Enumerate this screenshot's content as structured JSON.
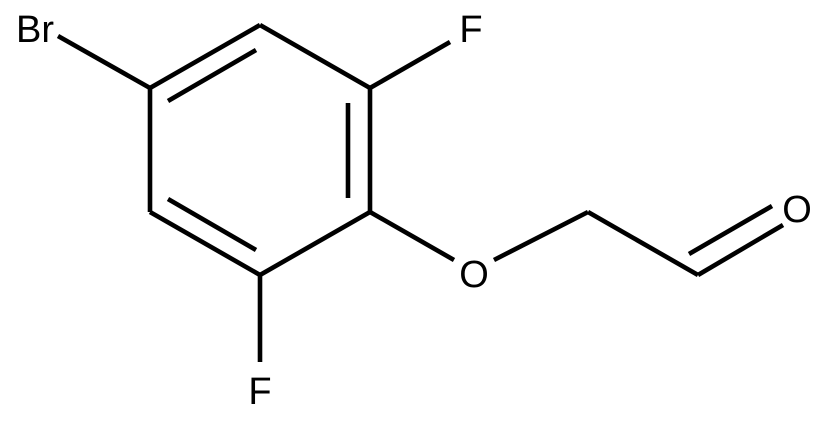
{
  "molecule": {
    "atoms": {
      "bromine": "Br",
      "fluorine_top": "F",
      "fluorine_bottom": "F",
      "ether_oxygen": "O",
      "carbonyl_oxygen": "O"
    }
  },
  "colors": {
    "bond": "#000000",
    "label": "#000000",
    "background": "#ffffff"
  }
}
